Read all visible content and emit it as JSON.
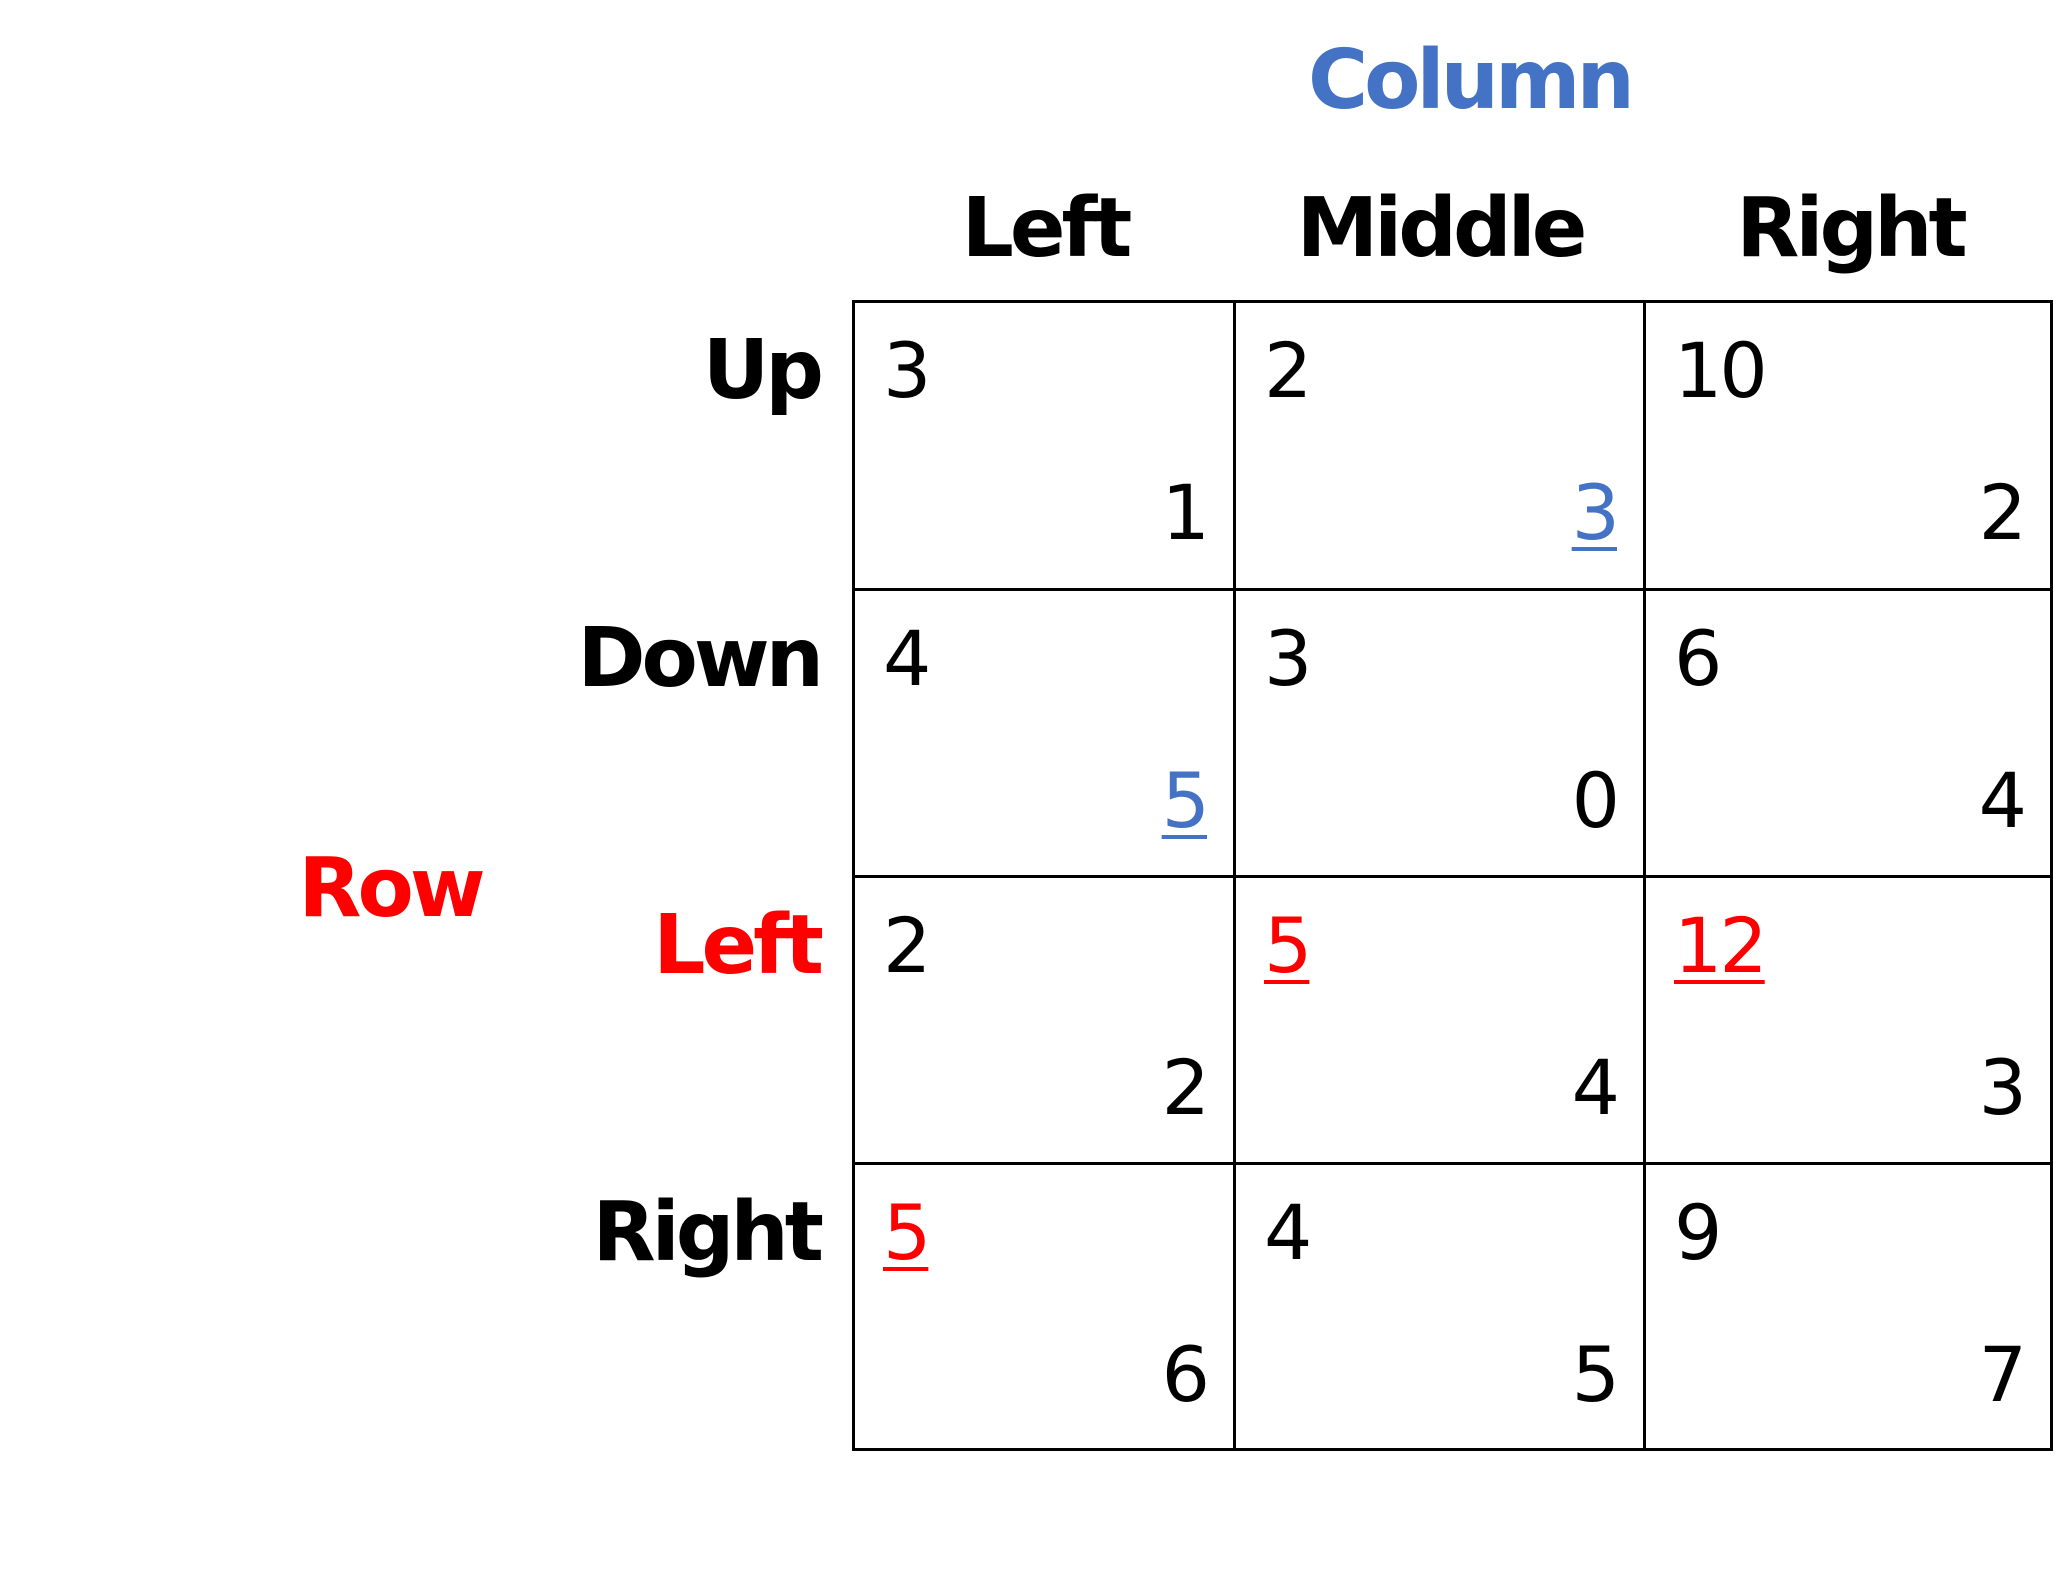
{
  "colors": {
    "column_player": "#4472c4",
    "row_player": "#ff0000",
    "default": "#000000"
  },
  "players": {
    "column": "Column",
    "row": "Row"
  },
  "column_strategies": [
    "Left",
    "Middle",
    "Right"
  ],
  "row_strategies": [
    {
      "label": "Up",
      "highlight": false
    },
    {
      "label": "Down",
      "highlight": false
    },
    {
      "label": "Left",
      "highlight": true
    },
    {
      "label": "Right",
      "highlight": false
    }
  ],
  "payoffs": [
    [
      {
        "row": "3",
        "col": "1",
        "row_best": false,
        "col_best": false
      },
      {
        "row": "2",
        "col": "3",
        "row_best": false,
        "col_best": true
      },
      {
        "row": "10",
        "col": "2",
        "row_best": false,
        "col_best": false
      }
    ],
    [
      {
        "row": "4",
        "col": "5",
        "row_best": false,
        "col_best": true
      },
      {
        "row": "3",
        "col": "0",
        "row_best": false,
        "col_best": false
      },
      {
        "row": "6",
        "col": "4",
        "row_best": false,
        "col_best": false
      }
    ],
    [
      {
        "row": "2",
        "col": "2",
        "row_best": false,
        "col_best": false
      },
      {
        "row": "5",
        "col": "4",
        "row_best": true,
        "col_best": false
      },
      {
        "row": "12",
        "col": "3",
        "row_best": true,
        "col_best": false
      }
    ],
    [
      {
        "row": "5",
        "col": "6",
        "row_best": true,
        "col_best": false
      },
      {
        "row": "4",
        "col": "5",
        "row_best": false,
        "col_best": false
      },
      {
        "row": "9",
        "col": "7",
        "row_best": false,
        "col_best": false
      }
    ]
  ]
}
